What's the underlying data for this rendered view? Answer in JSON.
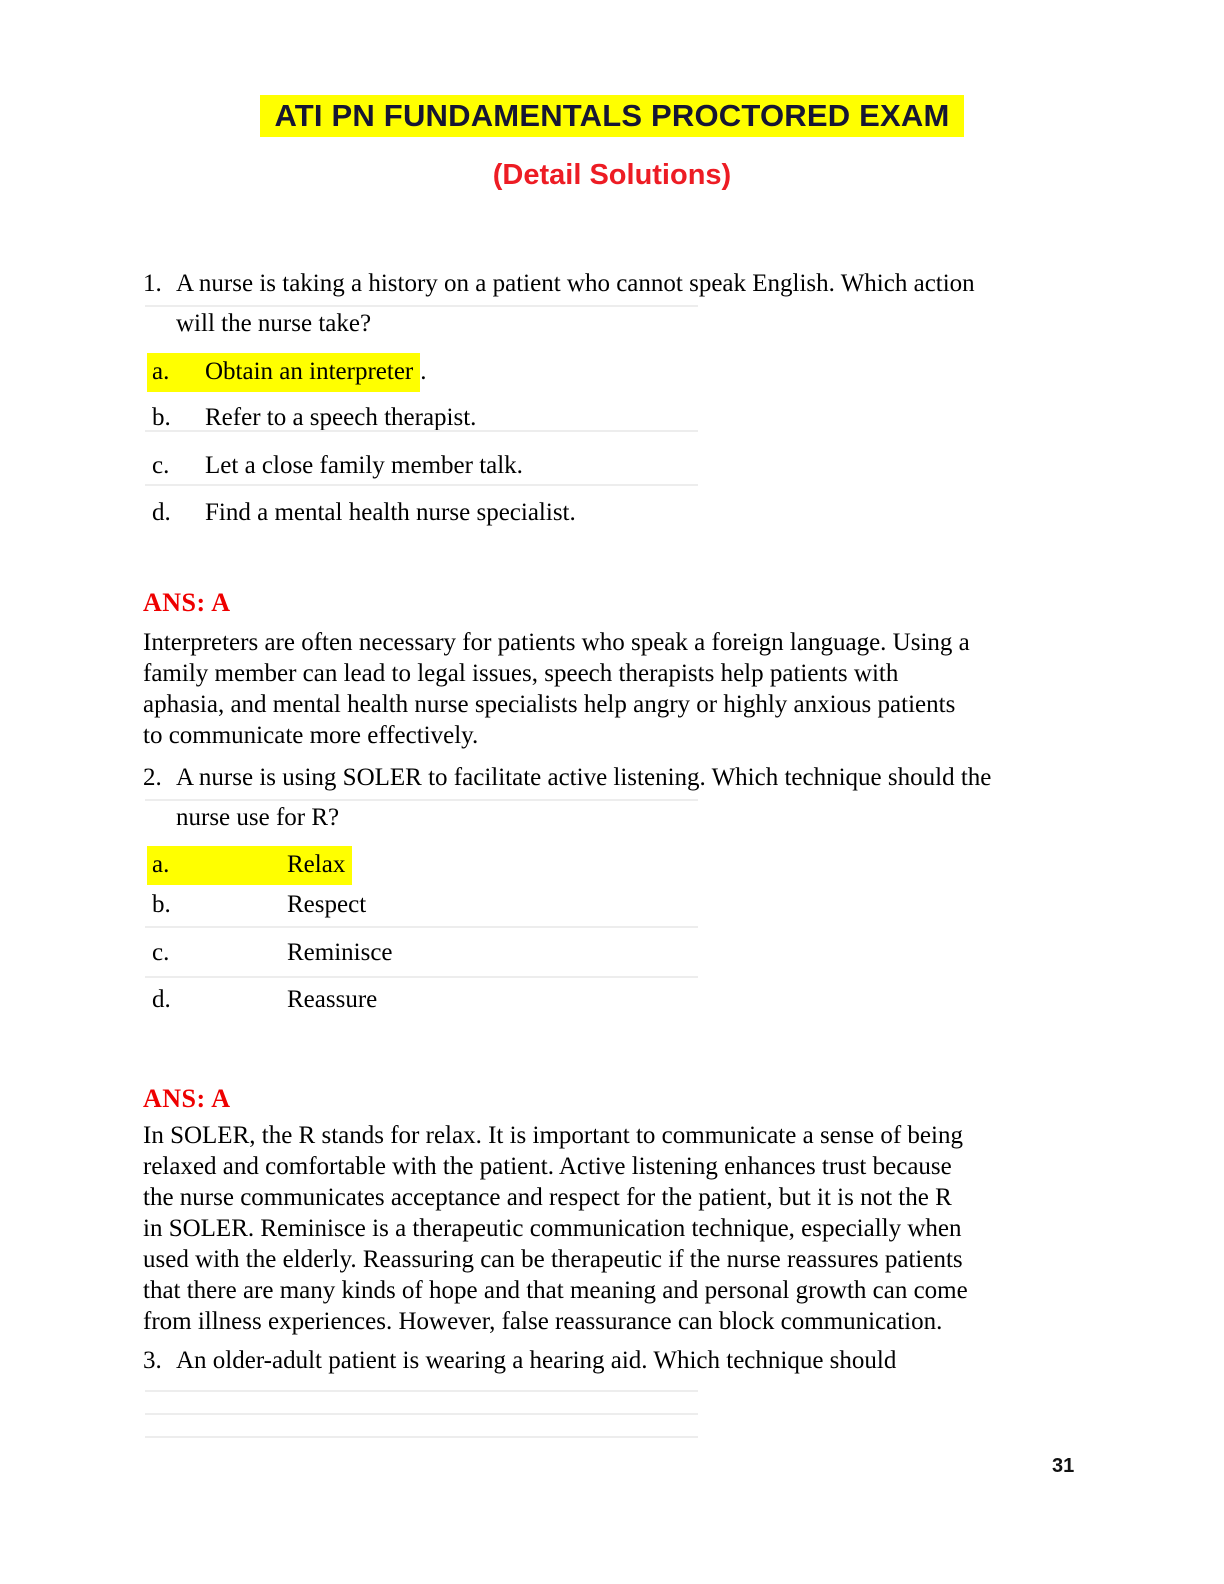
{
  "page": {
    "title": "ATI PN FUNDAMENTALS PROCTORED EXAM",
    "subtitle": "(Detail Solutions)",
    "page_number": "31"
  },
  "colors": {
    "title_text": "#161633",
    "highlight": "#ffff00",
    "subtitle_red": "#ed1c24",
    "answer_red": "#ee0000"
  },
  "questions": [
    {
      "number": "1.",
      "lines": [
        "A nurse is taking a history on a patient who cannot speak English. Which action",
        "will the nurse take?"
      ],
      "options": [
        {
          "letter": "a.",
          "text": "Obtain an interpreter",
          "suffix": ".",
          "highlighted": true
        },
        {
          "letter": "b.",
          "text": "Refer to a speech therapist.",
          "suffix": "",
          "highlighted": false
        },
        {
          "letter": "c.",
          "text": "Let a close family member talk.",
          "suffix": "",
          "highlighted": false
        },
        {
          "letter": "d.",
          "text": "Find a mental health nurse specialist.",
          "suffix": "",
          "highlighted": false
        }
      ],
      "answer_label": "ANS: A",
      "explanation_lines": [
        "Interpreters are often necessary for patients who speak a foreign language. Using a",
        "family member can lead to legal issues, speech therapists help patients with",
        "aphasia, and mental health nurse specialists help angry or highly anxious patients",
        "to communicate more effectively."
      ]
    },
    {
      "number": "2.",
      "lines": [
        "A nurse is using SOLER to facilitate active listening. Which technique should the",
        "nurse use for R?"
      ],
      "options": [
        {
          "letter": "a.",
          "text": "Relax",
          "suffix": "",
          "highlighted": true
        },
        {
          "letter": "b.",
          "text": "Respect",
          "suffix": "",
          "highlighted": false
        },
        {
          "letter": "c.",
          "text": "Reminisce",
          "suffix": "",
          "highlighted": false
        },
        {
          "letter": "d.",
          "text": "Reassure",
          "suffix": "",
          "highlighted": false
        }
      ],
      "answer_label": "ANS: A",
      "explanation_lines": [
        "In SOLER, the R stands for relax. It is important to communicate a sense of being",
        "relaxed and comfortable with the patient. Active listening enhances trust because",
        "the nurse communicates acceptance and respect for the patient, but it is not the R",
        "in SOLER. Reminisce is a therapeutic communication technique, especially when",
        "used with the elderly. Reassuring can be therapeutic if the nurse reassures patients",
        "that there are many kinds of hope and that meaning and personal growth can come",
        "from illness experiences. However, false reassurance can block communication."
      ]
    },
    {
      "number": "3.",
      "lines": [
        "An older-adult patient is wearing a hearing aid. Which technique should"
      ]
    }
  ]
}
